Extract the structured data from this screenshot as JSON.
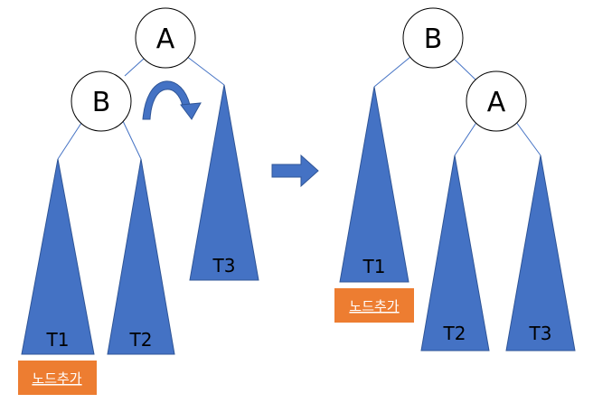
{
  "colors": {
    "triangle_fill": "#4472C4",
    "triangle_stroke": "#2F5597",
    "edge": "#4472C4",
    "node_fill": "#FFFFFF",
    "node_stroke": "#000000",
    "badge_fill": "#ED7D31",
    "arrow": "#4472C4"
  },
  "before": {
    "nodes": {
      "a": "A",
      "b": "B"
    },
    "subtrees": {
      "t1": "T1",
      "t2": "T2",
      "t3": "T3"
    },
    "badge": "노드추가",
    "rotation_icon": "clockwise-curved-arrow-icon"
  },
  "transition_icon": "right-arrow-icon",
  "after": {
    "nodes": {
      "b": "B",
      "a": "A"
    },
    "subtrees": {
      "t1": "T1",
      "t2": "T2",
      "t3": "T3"
    },
    "badge": "노드추가"
  }
}
